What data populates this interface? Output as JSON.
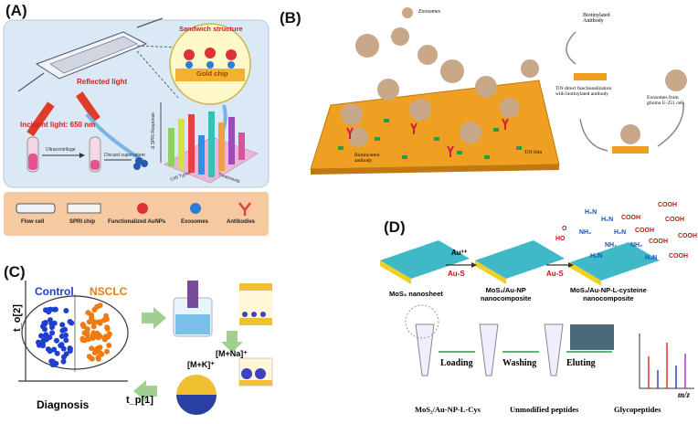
{
  "panel_a": {
    "label": "(A)",
    "sandwich": "Sandwich structure",
    "gold_chip": "Gold chip",
    "reflected": "Reflected light",
    "incident": "Incident light: 650 nm",
    "ultracentrifuge": "Ultracentrifuge",
    "discard": "Discard supernatant",
    "spri_axis": "Δ SPRi Response",
    "axis_cell": "Cell Types",
    "axis_treatment": "Treatments",
    "legend": [
      "Flow cell",
      "SPRI chip",
      "Functionalized AuNPs",
      "Exosomes",
      "Antibodies"
    ]
  },
  "panel_b": {
    "label": "(B)",
    "exosomes": "Exosomes",
    "biotin_antibody_top": "Biotinylated\nAntibody",
    "tin_direct": "TiN direct functionalization\nwith biotinylated antibody",
    "exosomes_from": "Exosomes from\nglioma U-251 cell",
    "biotin_antibody_surface": "Biotinylated\nantibody",
    "tin_film": "TiN film"
  },
  "panel_c": {
    "label": "(C)",
    "control": "Control",
    "nsclc": "NSCLC",
    "yaxis": "t_o[2]",
    "xaxis": "t_p[1]",
    "diagnosis": "Diagnosis",
    "ion1": "[M+K]⁺",
    "ion2": "[M+Na]⁺"
  },
  "panel_d": {
    "label": "(D)",
    "au": "Au³⁺",
    "au_s1": "Au-S",
    "au_s2": "Au-S",
    "mos2": "MoS₂ nanosheet",
    "mos2_au": "MoS₂/Au-NP\nnanocomposite",
    "mos2_au_cys": "MoS₂/Au-NP-L-cysteine\nnanocomposite",
    "loading": "Loading",
    "washing": "Washing",
    "eluting": "Eluting",
    "mz": "m/z",
    "legend1": "MoS₂/Au-NP-L-Cys",
    "legend2": "Unmodified peptides",
    "legend3": "Glycopeptides",
    "chem_labels": [
      "HO",
      "O",
      "NH₂",
      "H₂N",
      "COOH",
      "NH₂",
      "COOH",
      "H₂N",
      "COOH",
      "COOH",
      "H₂N",
      "COOH",
      "H₂N",
      "NH₂",
      "COOH",
      "H₂N",
      "COOH"
    ]
  },
  "colors": {
    "control": "#1e3fd0",
    "nsclc": "#f07a10",
    "gold": "#f4b030",
    "panel_a_bg": "#dbe8f5",
    "legend_bg": "#f6c9a0",
    "au_s": "#cc1111",
    "chem_blue": "#1650c0",
    "chem_red": "#d01010",
    "arrow_green": "#9fd090"
  }
}
